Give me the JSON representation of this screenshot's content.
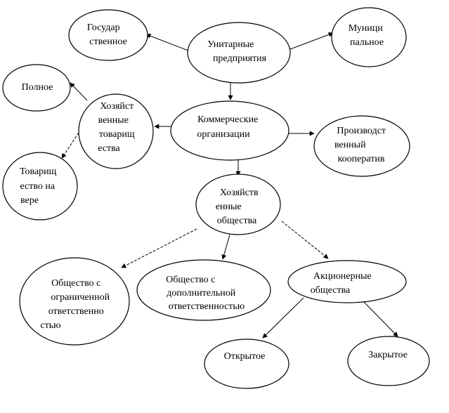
{
  "nodes": {
    "gosudarstvennoe": {
      "lines": [
        "Государ",
        "ственное"
      ]
    },
    "unitarnye": {
      "lines": [
        "Унитарные",
        "предприятия"
      ]
    },
    "municipalnoe": {
      "lines": [
        "Муници",
        "пальное"
      ]
    },
    "polnoe": {
      "lines": [
        "Полное"
      ]
    },
    "hoz_tovarishchestva": {
      "lines": [
        "Хозяйст",
        "венные",
        "товарищ",
        "ества"
      ]
    },
    "kommercheskie": {
      "lines": [
        "Коммерческие",
        "организации"
      ]
    },
    "proizvodstvennyy": {
      "lines": [
        "Производст",
        "венный",
        "кооператив"
      ]
    },
    "tovarishchestvo_na_vere": {
      "lines": [
        "Товарищ",
        "ество на",
        "вере"
      ]
    },
    "hoz_obshchestva": {
      "lines": [
        "Хозяйств",
        "енные",
        "общества"
      ]
    },
    "ooo": {
      "lines": [
        "Общество с",
        "ограниченной",
        "ответственно",
        "стью"
      ]
    },
    "odo": {
      "lines": [
        "Общество с",
        "дополнительной",
        "ответственностью"
      ]
    },
    "akcionernye": {
      "lines": [
        "Акционерные",
        "общества"
      ]
    },
    "otkrytoe": {
      "lines": [
        "Открытое"
      ]
    },
    "zakrytoe": {
      "lines": [
        "Закрытое"
      ]
    }
  }
}
